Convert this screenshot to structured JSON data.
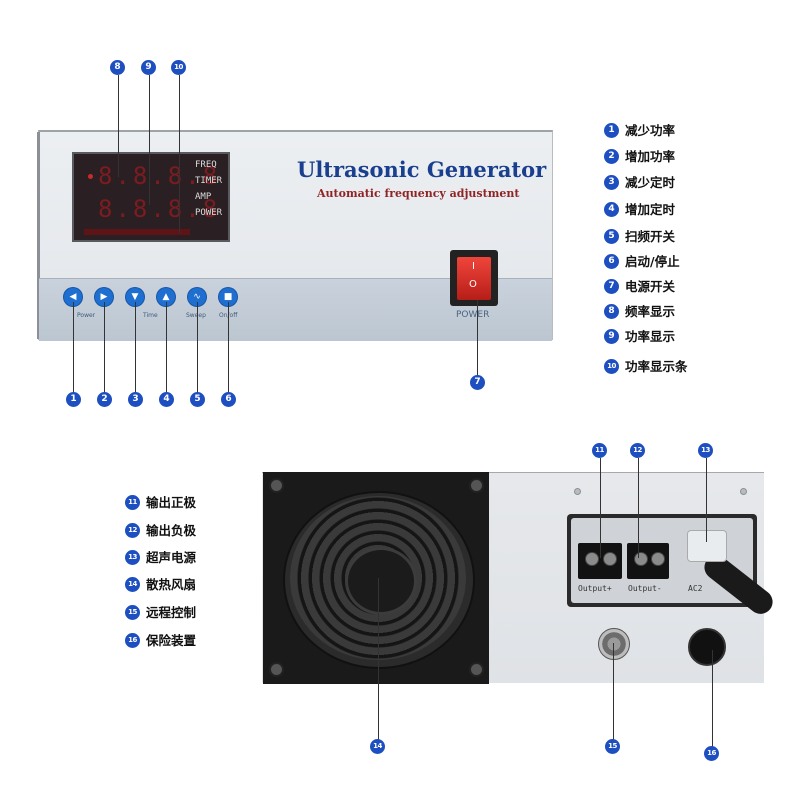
{
  "front_panel": {
    "title": "Ultrasonic Generator",
    "subtitle": "Automatic frequency adjustment",
    "display_labels": [
      "FREQ",
      "TIMER",
      "AMP",
      "POWER"
    ],
    "display_digits_top": "8.8.8.8",
    "display_digits_bottom": "8.8.8.8",
    "power_switch_label": "POWER",
    "rocker_on": "I",
    "rocker_off": "O",
    "button_icons": [
      "triangle-left-icon",
      "triangle-right-icon",
      "triangle-down-icon",
      "triangle-up-icon",
      "sine-wave-icon",
      "square-stop-icon"
    ],
    "group_labels": {
      "power": "Power",
      "time": "Time",
      "sweep": "Sweep",
      "onoff": "On/off"
    }
  },
  "rear_panel": {
    "output_plus": "Output+",
    "output_minus": "Output-",
    "ac_label": "AC2"
  },
  "callouts": {
    "n1": "1",
    "n2": "2",
    "n3": "3",
    "n4": "4",
    "n5": "5",
    "n6": "6",
    "n7": "7",
    "n8": "8",
    "n9": "9",
    "n10": "10",
    "n11": "11",
    "n12": "12",
    "n13": "13",
    "n14": "14",
    "n15": "15",
    "n16": "16"
  },
  "legend_top": [
    {
      "num": "1",
      "text": "减少功率"
    },
    {
      "num": "2",
      "text": "增加功率"
    },
    {
      "num": "3",
      "text": "减少定时"
    },
    {
      "num": "4",
      "text": "增加定时"
    },
    {
      "num": "5",
      "text": "扫频开关"
    },
    {
      "num": "6",
      "text": "启动/停止"
    },
    {
      "num": "7",
      "text": "电源开关"
    },
    {
      "num": "8",
      "text": "频率显示"
    },
    {
      "num": "9",
      "text": "功率显示"
    },
    {
      "num": "10",
      "text": "功率显示条"
    }
  ],
  "legend_bottom": [
    {
      "num": "11",
      "text": "输出正极"
    },
    {
      "num": "12",
      "text": "输出负极"
    },
    {
      "num": "13",
      "text": "超声电源"
    },
    {
      "num": "14",
      "text": "散热风扇"
    },
    {
      "num": "15",
      "text": "远程控制"
    },
    {
      "num": "16",
      "text": "保险装置"
    }
  ],
  "colors": {
    "badge": "#1e4fc0",
    "title": "#1a3f8f",
    "subtitle": "#8f2424",
    "button": "#1f6fd0",
    "rocker": "#e0332b"
  }
}
